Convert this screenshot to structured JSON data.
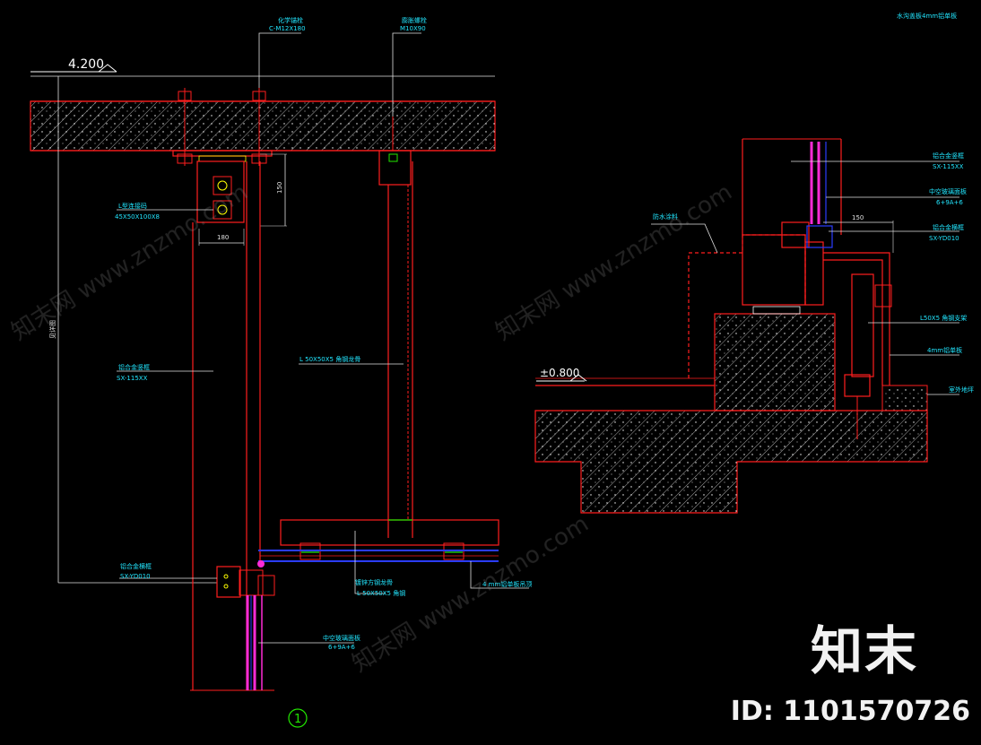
{
  "colors": {
    "background": "#000000",
    "structure": "#ff1e1e",
    "annotation": "#e0e0e0",
    "label": "#22e6ff",
    "glass": "#ff2bd6",
    "steel_plate": "#2a3cff",
    "bolt": "#ffff00",
    "gasket": "#22e600",
    "level_mark": "#ffffff"
  },
  "icons": [
    "concrete-hatch",
    "bolt-icon",
    "level-marker-icon",
    "section-number-icon"
  ],
  "left_detail": {
    "level_top": "4.200",
    "dims": {
      "total_height": "见详图",
      "plate_height": "150",
      "plate_width": "180"
    },
    "labels": [
      "化学锚栓",
      "C-M12X180",
      "膨胀螺栓",
      "M10X90",
      "L型连接码",
      "45X50X100X8",
      "铝合金竖框",
      "SX-115XX",
      "L 50X50X5 角钢龙骨",
      "铝合金横框",
      "SX-YD010",
      "中空玻璃面板",
      "6+9A+6",
      "镀锌方钢龙骨",
      "L 50X50X5 角钢",
      "4 mm铝单板吊顶"
    ],
    "section_no": "1"
  },
  "right_detail": {
    "level_floor": "±0.800",
    "dim_top": "150",
    "labels": [
      "水沟盖板4mm铝单板",
      "铝合金竖框",
      "SX-115XX",
      "中空玻璃面板",
      "6+9A+6",
      "防水涂料",
      "铝合金横框",
      "SX-YD010",
      "L50X5 角钢支架",
      "4mm铝单板",
      "室外地坪"
    ]
  },
  "watermark": {
    "text": "知末网 www.znzmo.com",
    "logo": "知末",
    "id": "ID: 1101570726"
  }
}
